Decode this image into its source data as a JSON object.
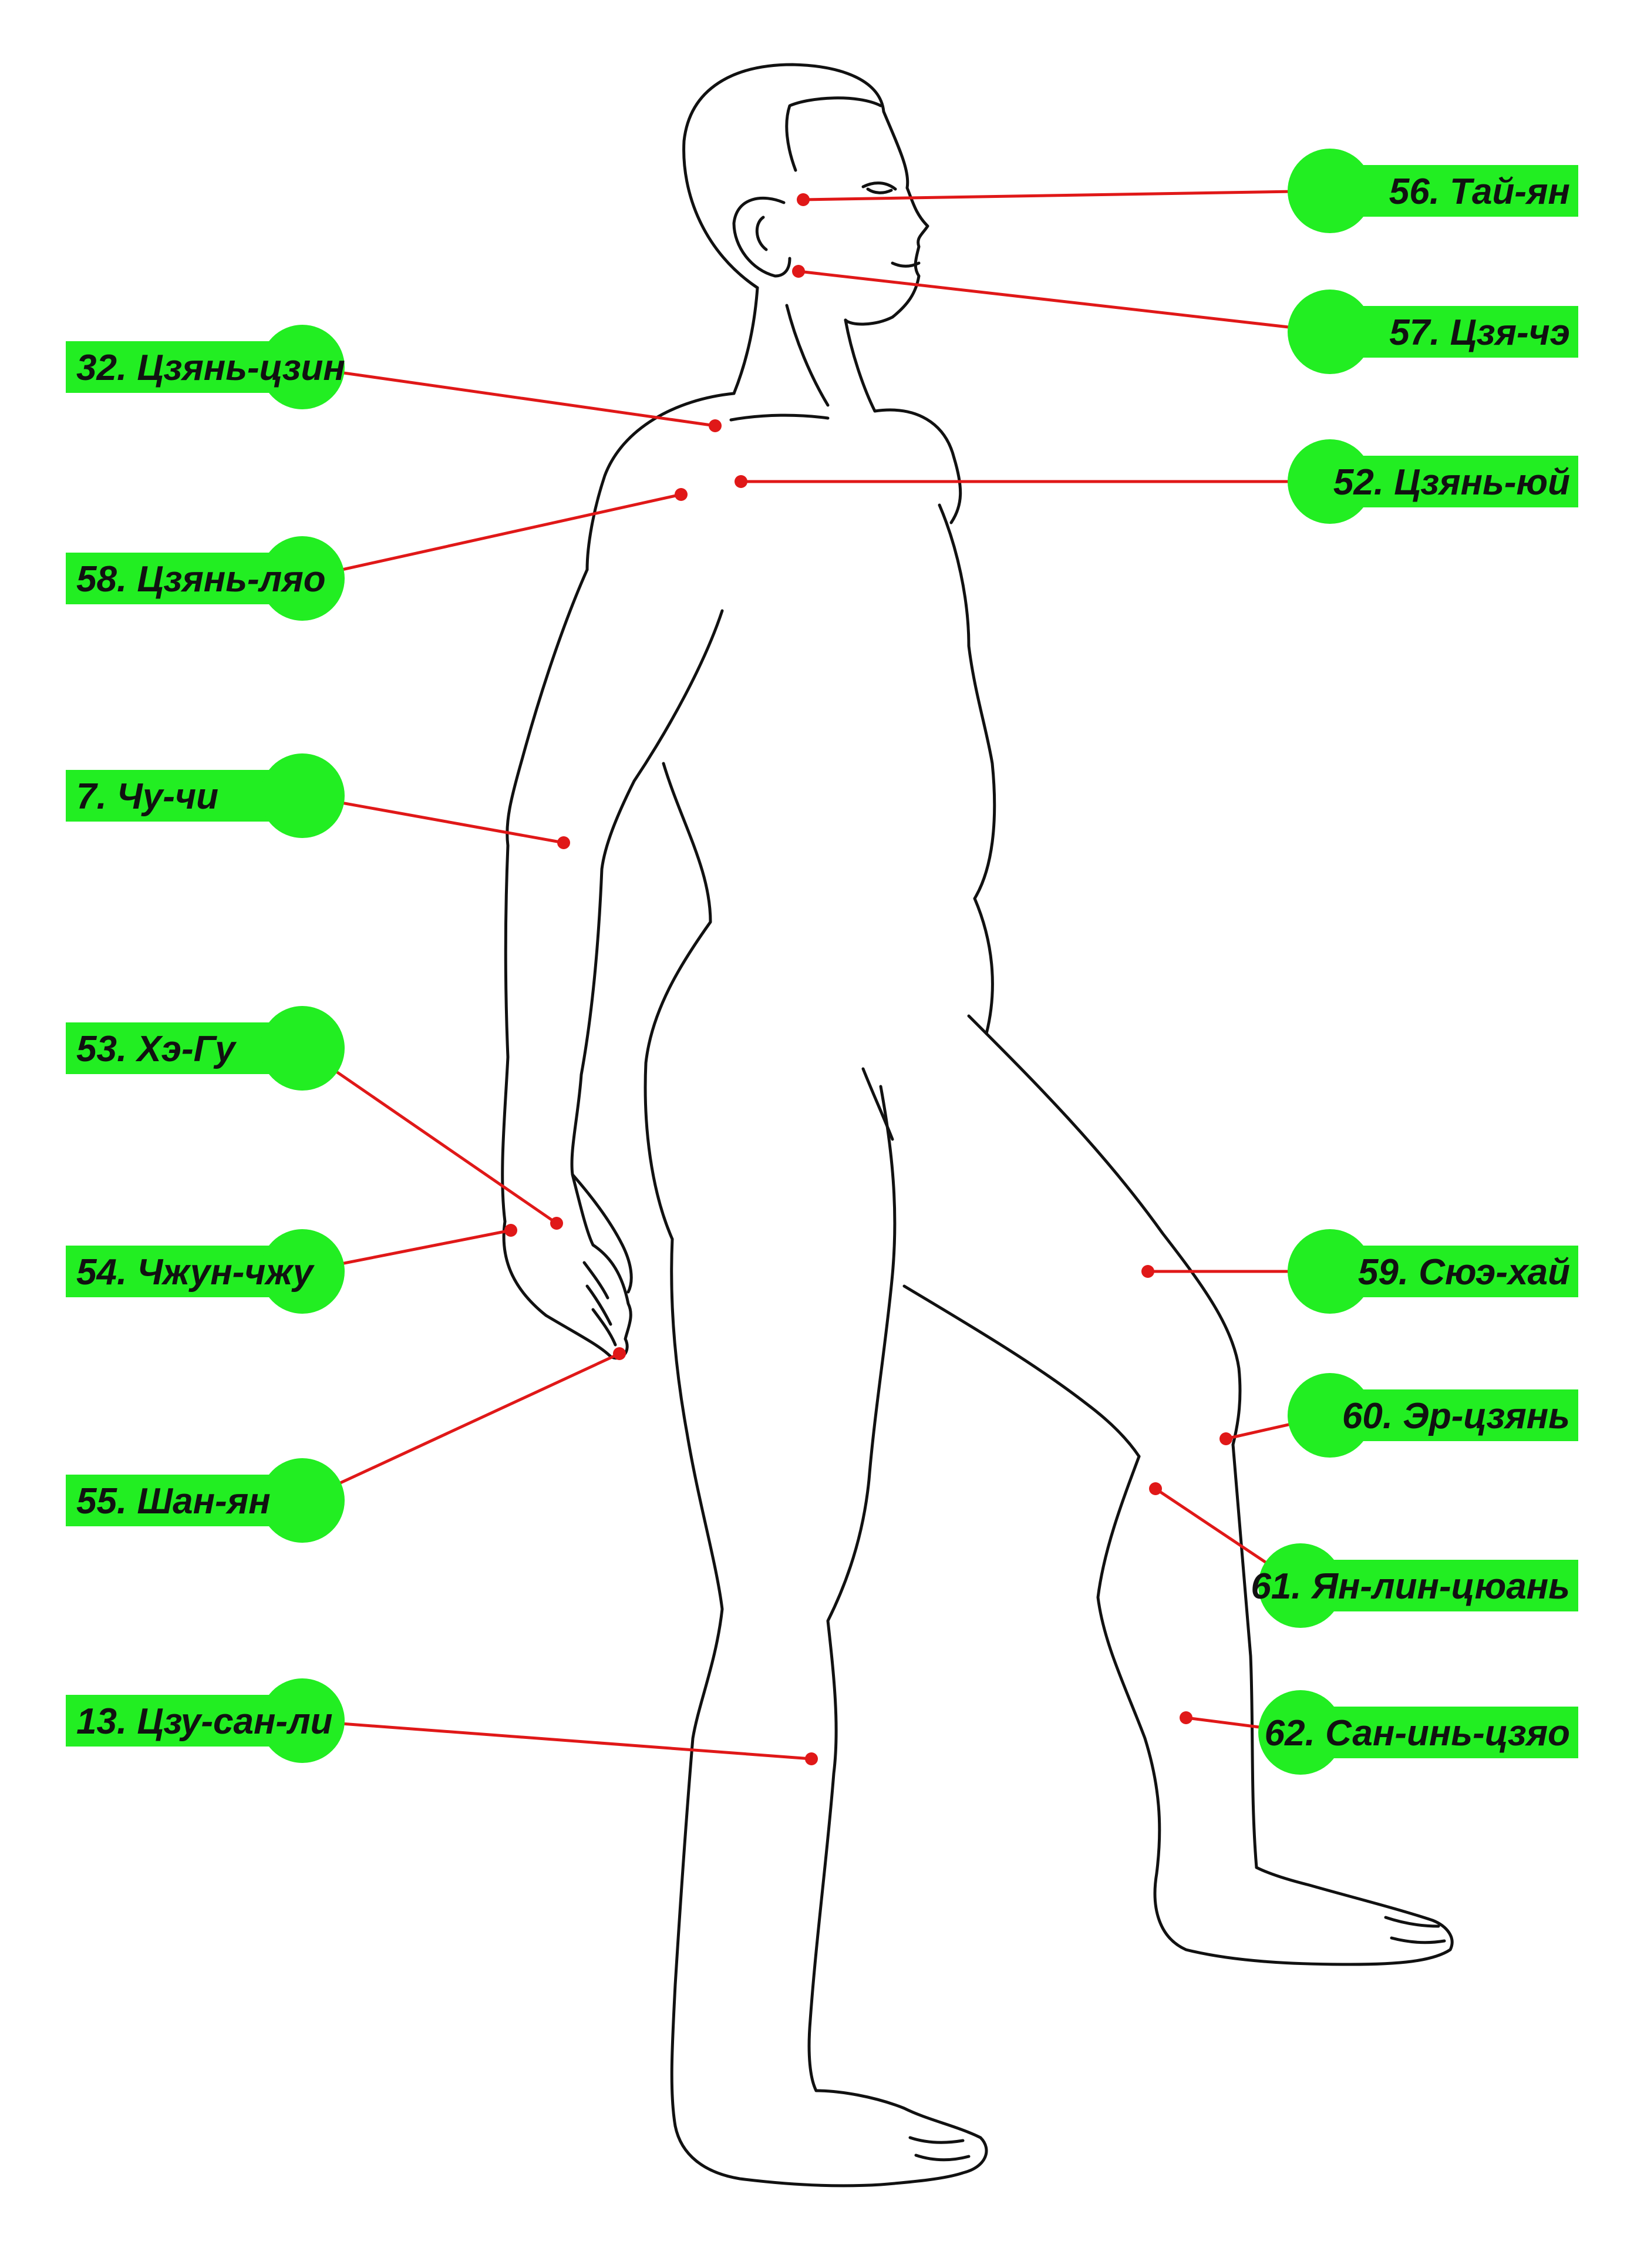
{
  "colors": {
    "label_green": "#22ee22",
    "leader_red": "#e01818",
    "outline": "#111111",
    "background": "#ffffff"
  },
  "points": [
    {
      "id": "p56",
      "label": "56. Тай-ян",
      "side": "right"
    },
    {
      "id": "p57",
      "label": "57. Цзя-чэ",
      "side": "right"
    },
    {
      "id": "p32",
      "label": "32. Цзянь-цзин",
      "side": "left"
    },
    {
      "id": "p52",
      "label": "52. Цзянь-юй",
      "side": "right"
    },
    {
      "id": "p58",
      "label": "58. Цзянь-ляо",
      "side": "left"
    },
    {
      "id": "p7",
      "label": "7. Чу-чи",
      "side": "left"
    },
    {
      "id": "p53",
      "label": "53. Хэ-Гу",
      "side": "left"
    },
    {
      "id": "p54",
      "label": "54. Чжун-чжу",
      "side": "left"
    },
    {
      "id": "p55",
      "label": "55. Шан-ян",
      "side": "left"
    },
    {
      "id": "p13",
      "label": "13. Цзу-сан-ли",
      "side": "left"
    },
    {
      "id": "p59",
      "label": "59. Сюэ-хай",
      "side": "right"
    },
    {
      "id": "p60",
      "label": "60. Эр-цзянь",
      "side": "right"
    },
    {
      "id": "p61",
      "label": "61. Ян-лин-цюань",
      "side": "right"
    },
    {
      "id": "p62",
      "label": "62. Сан-инь-цзяо",
      "side": "right"
    }
  ]
}
